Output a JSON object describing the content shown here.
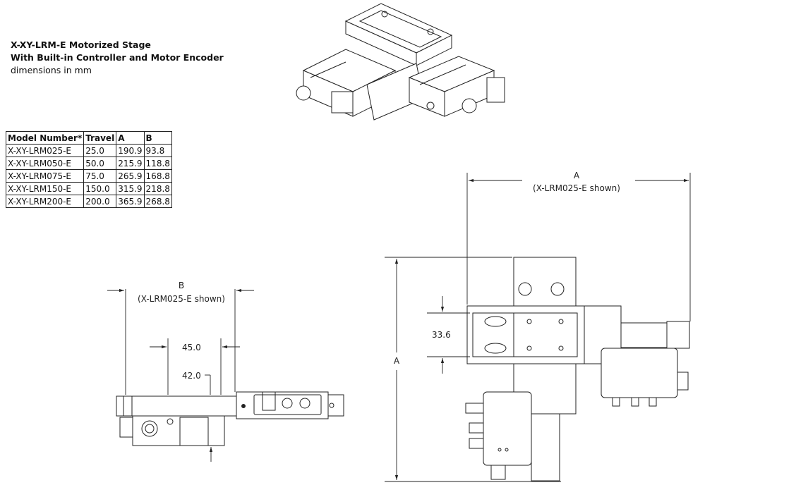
{
  "title": {
    "line1": "X-XY-LRM-E Motorized Stage",
    "line2": "With Built-in Controller and Motor Encoder",
    "line3": "dimensions in mm"
  },
  "table": {
    "headers": [
      "Model Number*",
      "Travel",
      "A",
      "B"
    ],
    "rows": [
      [
        "X-XY-LRM025-E",
        "25.0",
        "190.9",
        "93.8"
      ],
      [
        "X-XY-LRM050-E",
        "50.0",
        "215.9",
        "118.8"
      ],
      [
        "X-XY-LRM075-E",
        "75.0",
        "265.9",
        "168.8"
      ],
      [
        "X-XY-LRM150-E",
        "150.0",
        "315.9",
        "218.8"
      ],
      [
        "X-XY-LRM200-E",
        "200.0",
        "365.9",
        "268.8"
      ]
    ]
  },
  "top_view": {
    "dim_a_label": "A",
    "dim_a_note": "(X-LRM025-E shown)",
    "dim_a_vertical_label": "A",
    "dim_33_6": "33.6"
  },
  "side_view": {
    "dim_b_label": "B",
    "dim_b_note": "(X-LRM025-E shown)",
    "dim_45": "45.0",
    "dim_42": "42.0"
  }
}
